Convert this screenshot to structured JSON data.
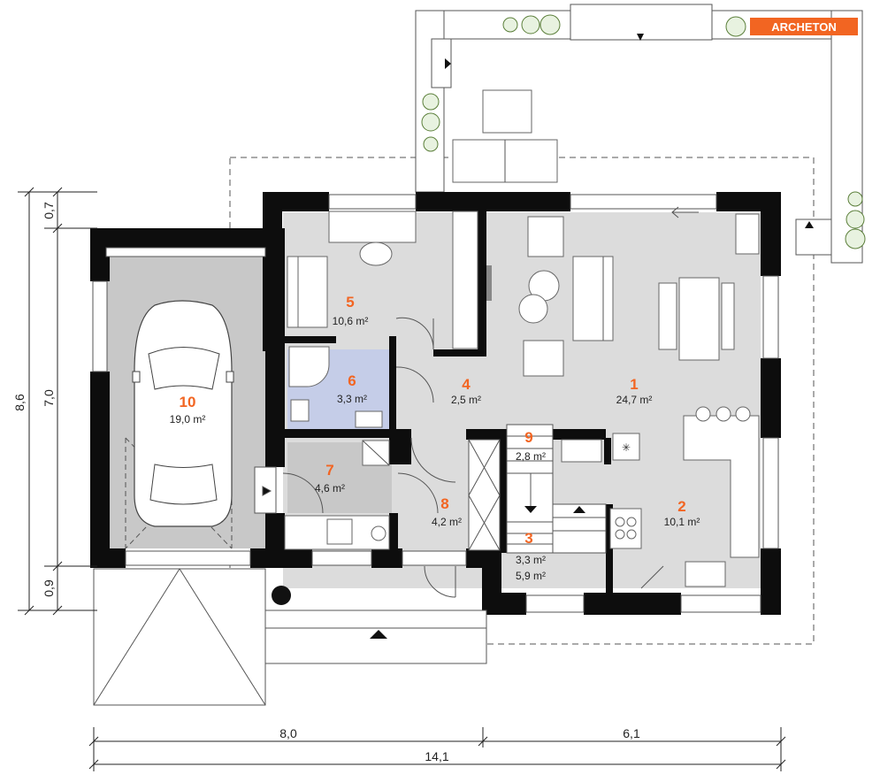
{
  "brand": {
    "logo_text": "ARCHETON",
    "logo_color": "#f26522"
  },
  "colors": {
    "wall": "#0d0d0d",
    "floor": "#dcdcdc",
    "bath_floor": "#c5cde8",
    "garage_floor": "#c8c8c8",
    "accent": "#f26522"
  },
  "rooms": [
    {
      "id": "1",
      "number": "1",
      "area": "24,7 m²"
    },
    {
      "id": "2",
      "number": "2",
      "area": "10,1 m²"
    },
    {
      "id": "3",
      "number": "3",
      "area": "3,3 m²",
      "area2": "5,9 m²"
    },
    {
      "id": "4",
      "number": "4",
      "area": "2,5 m²"
    },
    {
      "id": "5",
      "number": "5",
      "area": "10,6 m²"
    },
    {
      "id": "6",
      "number": "6",
      "area": "3,3 m²"
    },
    {
      "id": "7",
      "number": "7",
      "area": "4,6 m²"
    },
    {
      "id": "8",
      "number": "8",
      "area": "4,2 m²"
    },
    {
      "id": "9",
      "number": "9",
      "area": "2,8 m²"
    },
    {
      "id": "10",
      "number": "10",
      "area": "19,0 m²"
    }
  ],
  "dimensions": {
    "bottom_left": "8,0",
    "bottom_right": "6,1",
    "bottom_total": "14,1",
    "left_total": "8,6",
    "left_top": "0,7",
    "left_middle": "7,0",
    "left_bottom": "0,9"
  }
}
